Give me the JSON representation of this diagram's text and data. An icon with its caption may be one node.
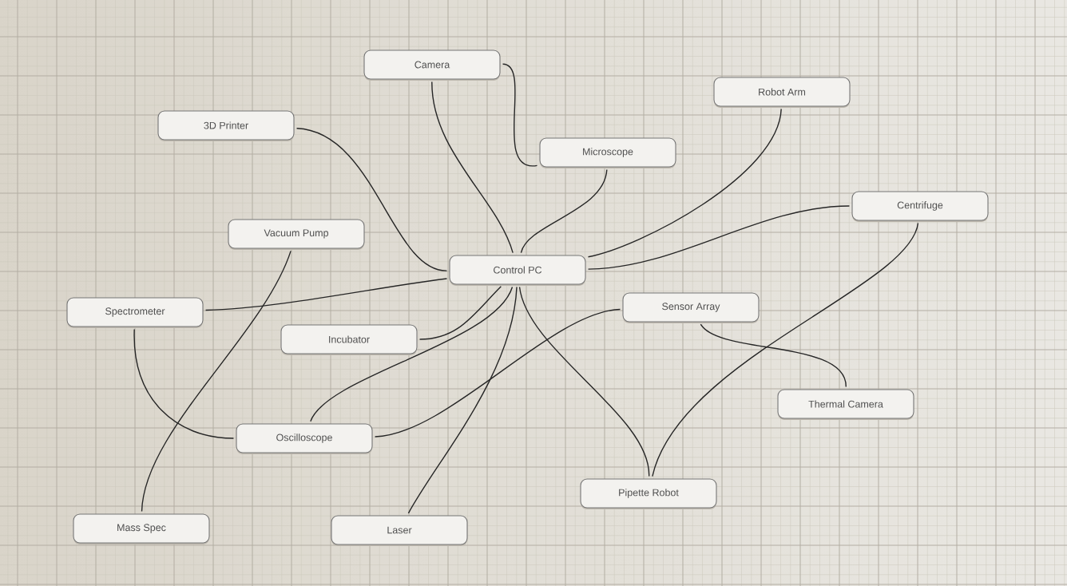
{
  "diagram": {
    "nodes": [
      {
        "text": [
          "Camera"
        ]
      },
      {
        "text": [
          "Robot Arm"
        ]
      },
      {
        "text": [
          "3D Printer"
        ]
      },
      {
        "text": [
          "Microscope"
        ]
      },
      {
        "text": [
          "Centrifuge"
        ]
      },
      {
        "text": [
          "Vacuum Pump"
        ]
      },
      {
        "text": [
          "Control PC"
        ]
      },
      {
        "text": [
          "Sensor Array"
        ]
      },
      {
        "text": [
          "Spectrometer"
        ]
      },
      {
        "text": [
          "Incubator"
        ]
      },
      {
        "text": [
          "Thermal Camera"
        ]
      },
      {
        "text": [
          "Oscilloscope"
        ]
      },
      {
        "text": [
          "Pipette Robot"
        ]
      },
      {
        "text": [
          "Mass Spec"
        ]
      },
      {
        "text": [
          "Laser"
        ]
      }
    ],
    "edges": [
      {
        "from": 0,
        "to": 6,
        "arrow": "none"
      },
      {
        "from": 0,
        "to": 3,
        "arrow": "none"
      },
      {
        "from": 2,
        "to": 6,
        "arrow": "none"
      },
      {
        "from": 3,
        "to": 6,
        "arrow": "none"
      },
      {
        "from": 1,
        "to": 6,
        "arrow": "none"
      },
      {
        "from": 4,
        "to": 6,
        "arrow": "none"
      },
      {
        "from": 4,
        "to": 12,
        "arrow": "none"
      },
      {
        "from": 5,
        "to": 13,
        "arrow": "none"
      },
      {
        "from": 8,
        "to": 6,
        "arrow": "none"
      },
      {
        "from": 8,
        "to": 11,
        "arrow": "none"
      },
      {
        "from": 9,
        "to": 6,
        "arrow": "none"
      },
      {
        "from": 6,
        "to": 11,
        "arrow": "none"
      },
      {
        "from": 7,
        "to": 11,
        "arrow": "none"
      },
      {
        "from": 6,
        "to": 14,
        "arrow": "none"
      },
      {
        "from": 6,
        "to": 12,
        "arrow": "none"
      },
      {
        "from": 7,
        "to": 10,
        "arrow": "none"
      }
    ]
  }
}
